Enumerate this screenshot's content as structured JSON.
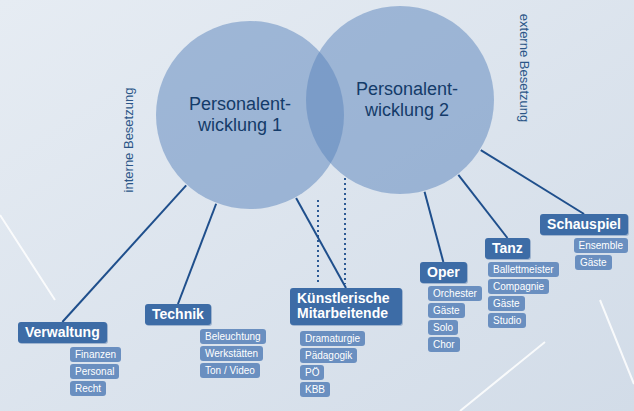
{
  "diagram": {
    "nodes": [
      {
        "text": [
          "Personalent- wicklung 1"
        ]
      },
      {
        "text": [
          "Personalent- wicklung 2"
        ]
      },
      {
        "text": [
          "Verwaltung"
        ]
      },
      {
        "text": [
          "Finanzen"
        ]
      },
      {
        "text": [
          "Personal"
        ]
      },
      {
        "text": [
          "Recht"
        ]
      },
      {
        "text": [
          "Technik"
        ]
      },
      {
        "text": [
          "Beleuchtung"
        ]
      },
      {
        "text": [
          "Werkstätten"
        ]
      },
      {
        "text": [
          "Ton / Video"
        ]
      },
      {
        "text": [
          "Künstlerische Mitarbeitende"
        ]
      },
      {
        "text": [
          "Dramaturgie"
        ]
      },
      {
        "text": [
          "Pädagogik"
        ]
      },
      {
        "text": [
          "PÖ"
        ]
      },
      {
        "text": [
          "KBB"
        ]
      },
      {
        "text": [
          "Oper"
        ]
      },
      {
        "text": [
          "Orchester"
        ]
      },
      {
        "text": [
          "Gäste"
        ]
      },
      {
        "text": [
          "Solo"
        ]
      },
      {
        "text": [
          "Chor"
        ]
      },
      {
        "text": [
          "Tanz"
        ]
      },
      {
        "text": [
          "Ballettmeister"
        ]
      },
      {
        "text": [
          "Compagnie"
        ]
      },
      {
        "text": [
          "Gäste"
        ]
      },
      {
        "text": [
          "Studio"
        ]
      },
      {
        "text": [
          "Schauspiel"
        ]
      },
      {
        "text": [
          "Ensemble"
        ]
      },
      {
        "text": [
          "Gäste"
        ]
      }
    ],
    "edges": [
      {
        "from": 0,
        "to": 2,
        "arrow": "none"
      },
      {
        "from": 0,
        "to": 6,
        "arrow": "none"
      },
      {
        "from": 0,
        "to": 10,
        "arrow": "none"
      },
      {
        "from": 1,
        "to": 15,
        "arrow": "none"
      },
      {
        "from": 1,
        "to": 20,
        "arrow": "none"
      },
      {
        "from": 1,
        "to": 25,
        "arrow": "none"
      }
    ],
    "labels": [
      "interne Besetzung",
      "externe Besetzung"
    ]
  }
}
